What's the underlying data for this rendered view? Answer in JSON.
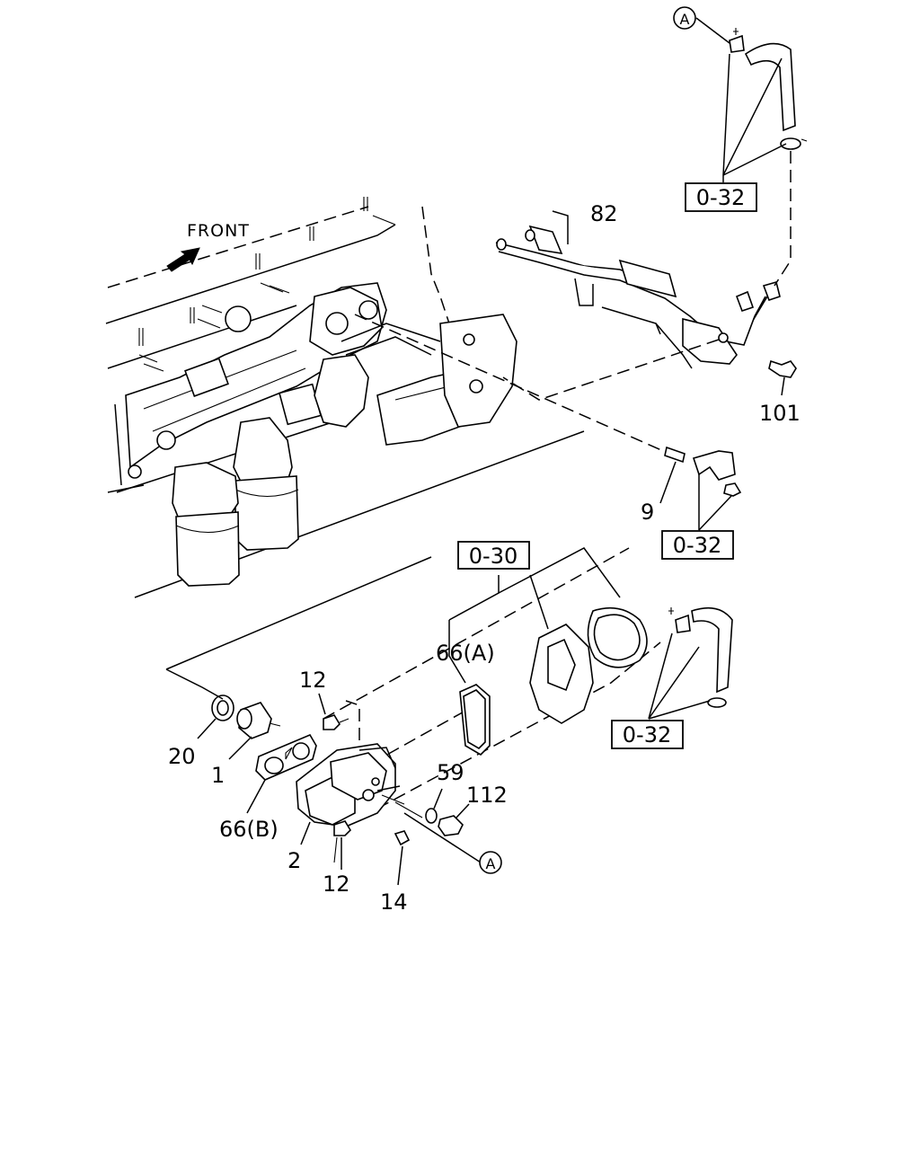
{
  "front_label": "FRONT",
  "callouts": {
    "circle_a_top": "A",
    "circle_a_bottom": "A"
  },
  "ref_boxes": {
    "top_right": "0-32",
    "mid_right": "0-32",
    "kit_center": "0-30",
    "lower_right": "0-32"
  },
  "part_labels": {
    "p82": "82",
    "p101": "101",
    "p9": "9",
    "p66a": "66(A)",
    "p12_top": "12",
    "p20": "20",
    "p1": "1",
    "p66b": "66(B)",
    "p2": "2",
    "p12_bottom": "12",
    "p14": "14",
    "p59": "59",
    "p112": "112"
  }
}
